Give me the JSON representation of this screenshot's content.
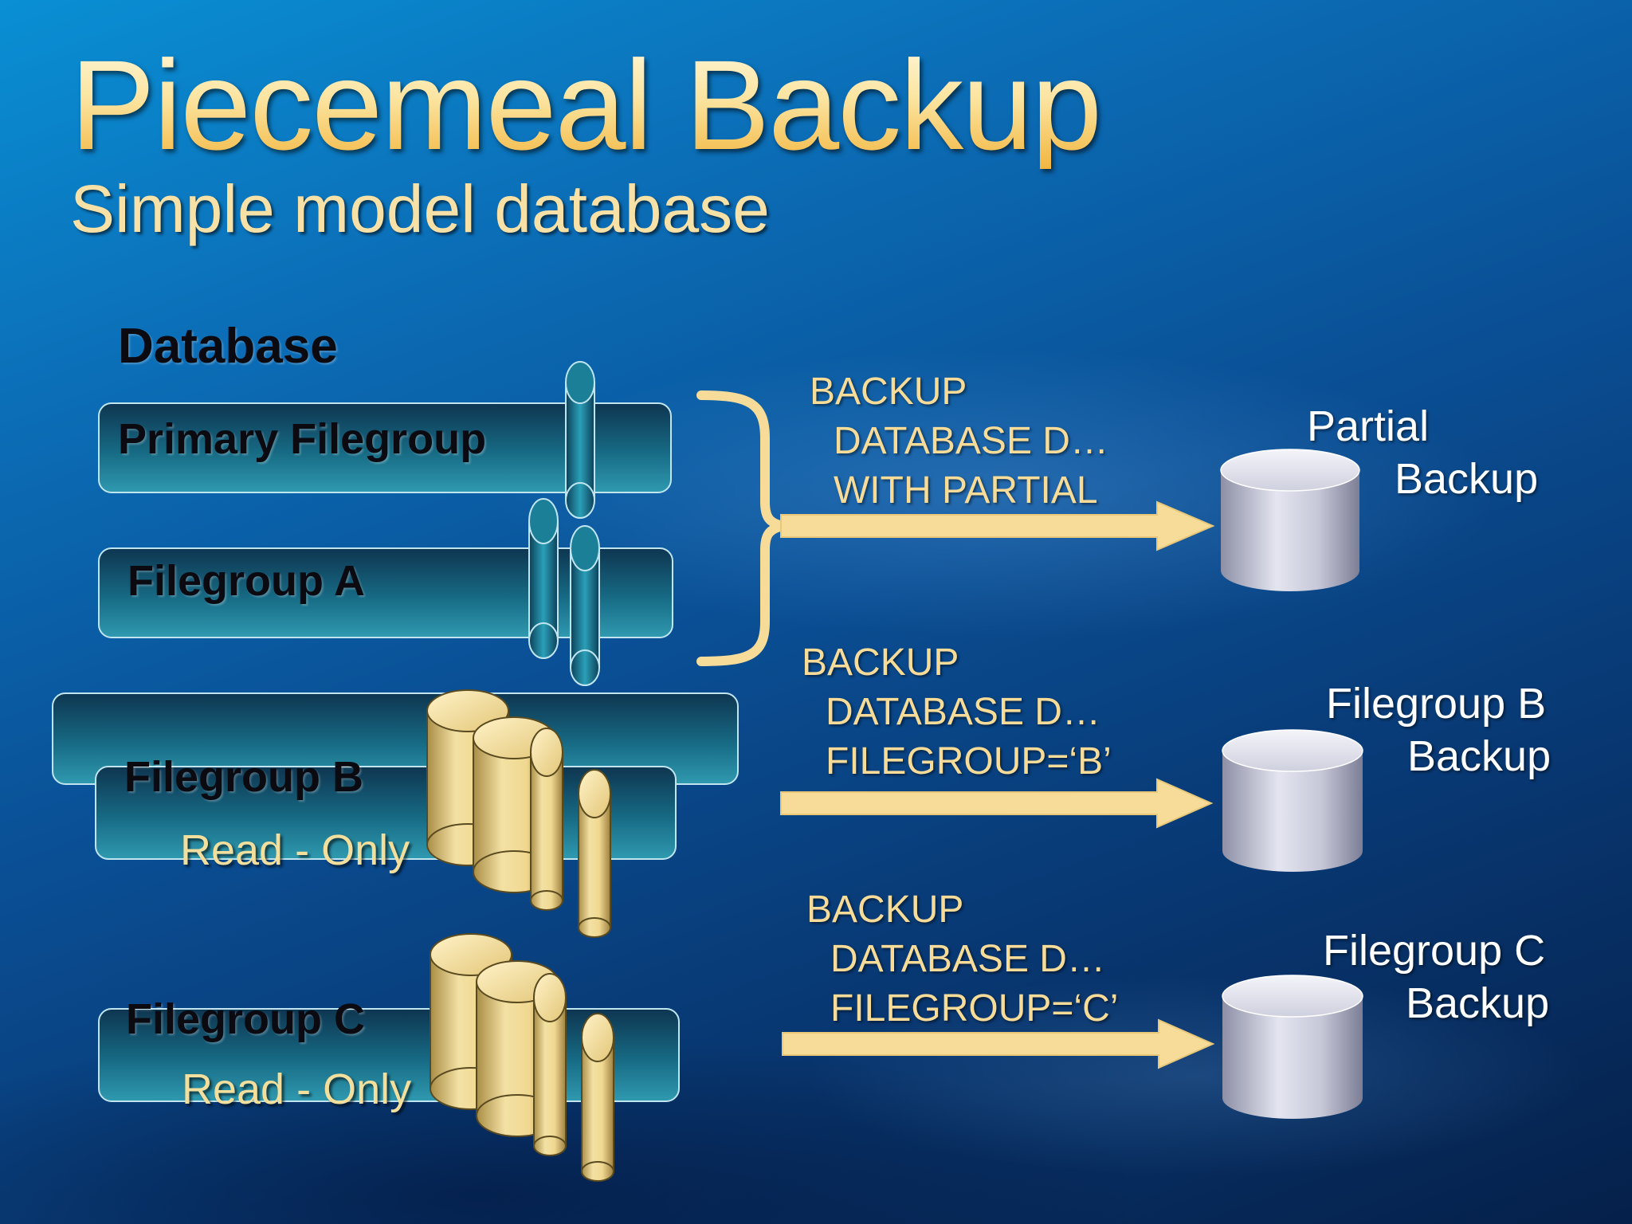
{
  "title": "Piecemeal Backup",
  "subtitle": "Simple model database",
  "database_label": "Database",
  "filegroups": {
    "primary": "Primary Filegroup",
    "a": "Filegroup A",
    "b": "Filegroup B",
    "c": "Filegroup C",
    "read_only": "Read - Only"
  },
  "commands": [
    {
      "line1": "BACKUP",
      "line2": "DATABASE D…",
      "line3": "WITH PARTIAL"
    },
    {
      "line1": "BACKUP",
      "line2": "DATABASE D…",
      "line3": "FILEGROUP=‘B’"
    },
    {
      "line1": "BACKUP",
      "line2": "DATABASE D…",
      "line3": "FILEGROUP=‘C’"
    }
  ],
  "destinations": [
    {
      "line1": "Partial",
      "line2": "Backup"
    },
    {
      "line1": "Filegroup B",
      "line2": "Backup"
    },
    {
      "line1": "Filegroup C",
      "line2": "Backup"
    }
  ],
  "colors": {
    "background": "#0a5aa0",
    "title": "#fbe4a0",
    "filegroup_box": "#1c6f88",
    "read_only_cylinder": "#e8d08a",
    "arrow": "#f6dc98",
    "backup_cylinder": "#c4c5d6"
  }
}
